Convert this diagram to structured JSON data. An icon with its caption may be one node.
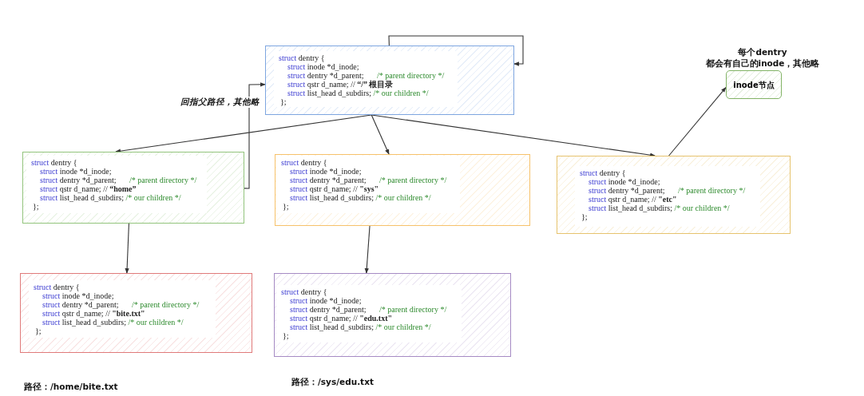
{
  "diagram": {
    "nodes": [
      {
        "text": [
          "struct dentry {",
          "struct inode *d_inode;",
          "struct dentry *d_parent; /* parent directory */",
          "struct qstr d_name; // **“/” 根目录**",
          "struct list_head d_subdirs; /* our children */",
          "};"
        ]
      },
      {
        "text": [
          "struct dentry {",
          "struct inode *d_inode;",
          "struct dentry *d_parent; /* parent directory */",
          "struct qstr d_name; // **“home”**",
          "struct list_head d_subdirs; /* our children */",
          "};"
        ]
      },
      {
        "text": [
          "struct dentry {",
          "struct inode *d_inode;",
          "struct dentry *d_parent; /* parent directory */",
          "struct qstr d_name; // **\"sys\"**",
          "struct list_head d_subdirs; /* our children */",
          "};"
        ]
      },
      {
        "text": [
          "struct dentry {",
          "struct inode *d_inode;",
          "struct dentry *d_parent; /* parent directory */",
          "struct qstr d_name; // **\"etc\"**",
          "struct list_head d_subdirs; /* our children */",
          "};"
        ]
      },
      {
        "text": [
          "struct dentry {",
          "struct inode *d_inode;",
          "struct dentry *d_parent; /* parent directory */",
          "struct qstr d_name; // **\"bite.txt\"**",
          "struct list_head d_subdirs; /* our children */",
          "};"
        ],
        "beside": [
          "路径：/home/bite.txt"
        ]
      },
      {
        "text": [
          "struct dentry {",
          "struct inode *d_inode;",
          "struct dentry *d_parent; /* parent directory */",
          "struct qstr d_name; // **\"edu.txt\"**",
          "struct list_head d_subdirs; /* our children */",
          "};"
        ],
        "beside": [
          "路径：/sys/edu.txt"
        ]
      },
      {
        "text": [
          "inode节点"
        ],
        "beside": [
          "每个dentry 都会有自己的inode，其他略"
        ]
      }
    ],
    "edges": [
      {
        "from": 0,
        "to": 0,
        "arrow": "to"
      },
      {
        "from": 0,
        "to": 1,
        "arrow": "to"
      },
      {
        "from": 0,
        "to": 2,
        "arrow": "to"
      },
      {
        "from": 0,
        "to": 3,
        "arrow": "to"
      },
      {
        "from": 1,
        "to": 0,
        "arrow": "to",
        "label": "回指父路径，其他略"
      },
      {
        "from": 1,
        "to": 4,
        "arrow": "to"
      },
      {
        "from": 2,
        "to": 5,
        "arrow": "to"
      },
      {
        "from": 3,
        "to": 6,
        "arrow": "to"
      }
    ]
  }
}
